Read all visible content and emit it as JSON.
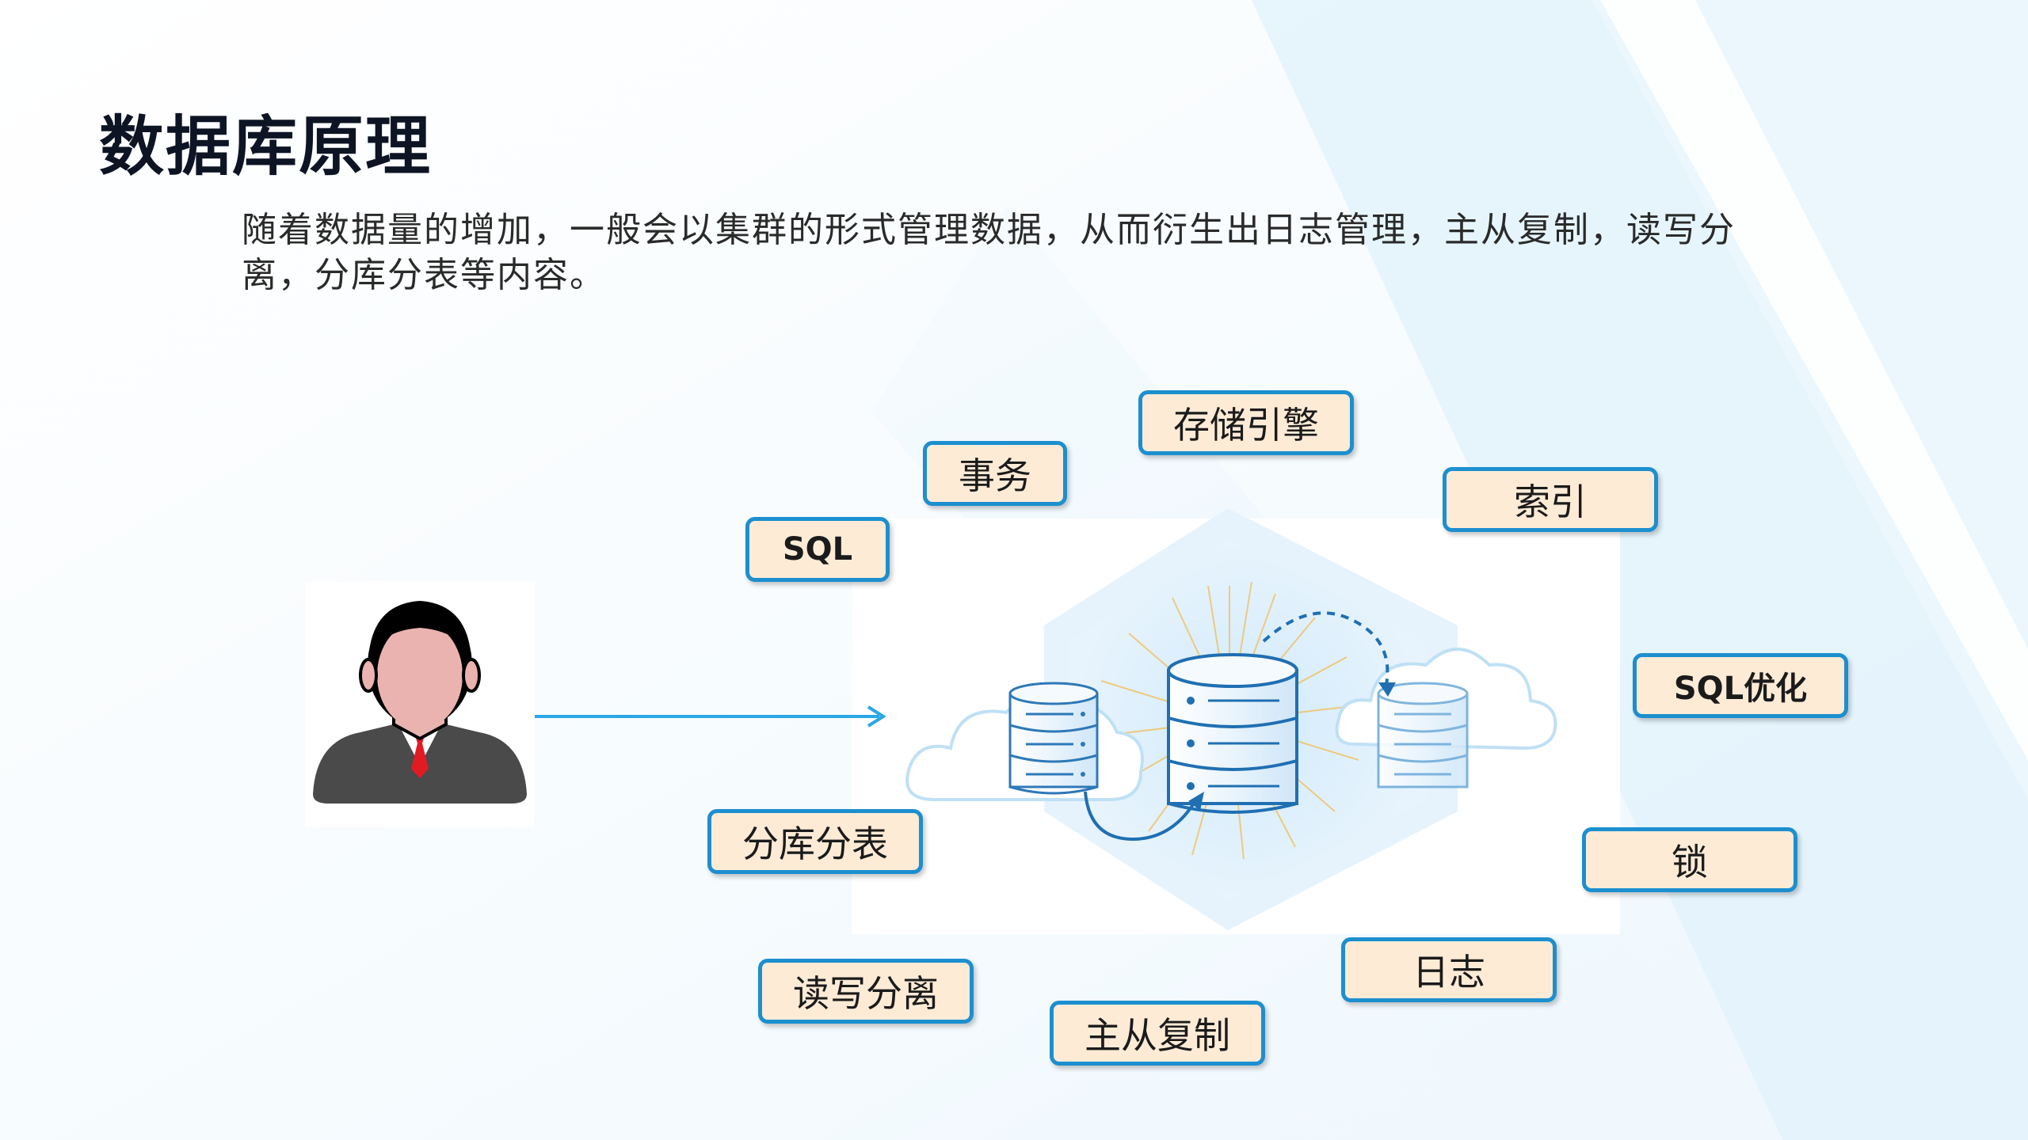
{
  "slide": {
    "title": "数据库原理",
    "intro": "随着数据量的增加，一般会以集群的形式管理数据，从而衍生出日志管理，主从复制，读写分离，分库分表等内容。"
  },
  "tags": {
    "storage_engine": "存储引擎",
    "transaction": "事务",
    "index": "索引",
    "sql": "SQL",
    "sql_optimization": "SQL优化",
    "sharding": "分库分表",
    "lock": "锁",
    "log": "日志",
    "read_write_split": "读写分离",
    "master_slave": "主从复制"
  },
  "colors": {
    "tag_fill": "#fdebd6",
    "tag_border": "#1c8fcf",
    "arrow": "#2aa7e6",
    "title": "#0d1424"
  },
  "icons": [
    "user-avatar-icon",
    "database-icon",
    "cloud-icon",
    "arrow-right-icon"
  ]
}
